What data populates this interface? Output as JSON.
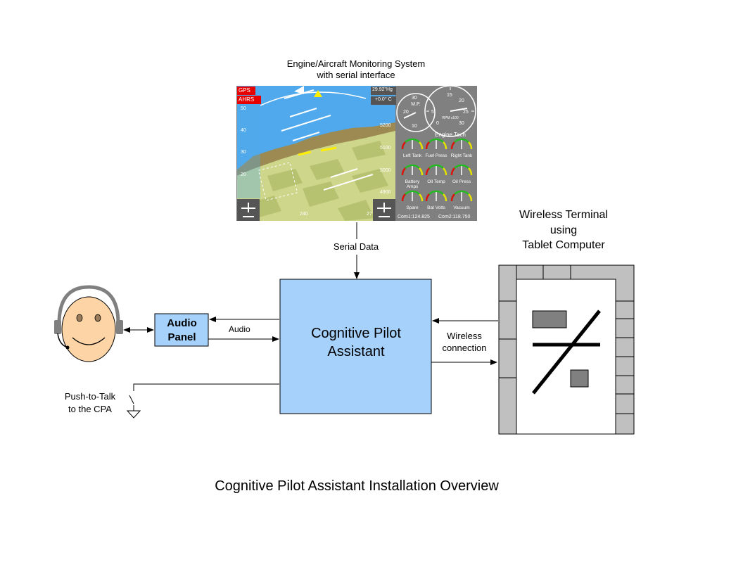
{
  "monitor": {
    "title_line1": "Engine/Aircraft Monitoring System",
    "title_line2": "with serial interface",
    "badges": {
      "gps": "GPS",
      "ahrs": "AHRS"
    },
    "baro": "29.92\"Hg",
    "temp": "+0.0° C",
    "speed_ticks": [
      "50",
      "40",
      "30",
      "20"
    ],
    "alt_ticks": [
      "5200",
      "5100",
      "5000",
      "4900"
    ],
    "heading_left": "240",
    "heading_right": "27",
    "gauges": {
      "mp_label": "M.P.",
      "mp_ticks": [
        "30",
        "20",
        "10"
      ],
      "tach_ticks": [
        "15",
        "20",
        "25",
        "30",
        "5",
        "0"
      ],
      "tach_label": "Engine Tach",
      "rpm_label": "RPM x100",
      "small": [
        "Left Tank",
        "Fuel Press",
        "Right Tank",
        "Battery Amps",
        "Oil Temp",
        "Oil Press",
        "Spare",
        "Bat Volts",
        "Vacuum"
      ],
      "com1": "Com1:124.825",
      "com2": "Com2:118.750"
    }
  },
  "wireless_terminal": {
    "title_line1": "Wireless Terminal",
    "title_line2": "using",
    "title_line3": "Tablet Computer"
  },
  "labels": {
    "serial_data": "Serial Data",
    "audio": "Audio",
    "wireless_line1": "Wireless",
    "wireless_line2": "connection",
    "ptt_line1": "Push-to-Talk",
    "ptt_line2": "to the CPA"
  },
  "audio_panel": {
    "line1": "Audio",
    "line2": "Panel"
  },
  "cpa": {
    "line1": "Cognitive Pilot",
    "line2": "Assistant"
  },
  "caption": "Cognitive Pilot Assistant Installation Overview",
  "colors": {
    "box_fill": "#a6d1fb",
    "face": "#fcd4a6",
    "tablet_frame": "#c0c0c0",
    "sky": "#4fa9ec",
    "ground": "#cdd68a"
  }
}
